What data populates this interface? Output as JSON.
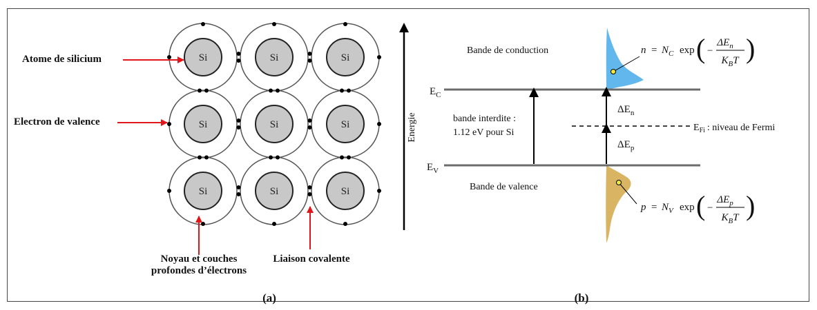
{
  "panel_a": {
    "atom_label": "Si",
    "atom_count": 9,
    "labels": {
      "atom": "Atome de silicium",
      "valence_electron": "Electron de valence",
      "core_line1": "Noyau et couches",
      "core_line2": "profondes d’électrons",
      "covalent_bond": "Liaison covalente"
    },
    "caption": "(a)"
  },
  "panel_b": {
    "energy_axis_label": "Energie",
    "conduction_band": "Bande de conduction",
    "valence_band": "Bande de valence",
    "ec_label": {
      "main": "E",
      "sub": "C"
    },
    "ev_label": {
      "main": "E",
      "sub": "V"
    },
    "efi_label": {
      "main": "E",
      "sub": "Fi"
    },
    "fermi_text": ": niveau de Fermi",
    "band_gap_line1": "bande interdite :",
    "band_gap_line2": "1.12 eV pour Si",
    "delta_en": {
      "main": "ΔE",
      "sub": "n"
    },
    "delta_ep": {
      "main": "ΔE",
      "sub": "p"
    },
    "eq_n": {
      "lhs": "n",
      "coef": "N",
      "coef_sub": "C",
      "func": "exp",
      "minus": "−",
      "num": "ΔE",
      "num_sub": "n",
      "den": "K",
      "den_sub": "B",
      "den_tail": "T"
    },
    "eq_p": {
      "lhs": "p",
      "coef": "N",
      "coef_sub": "V",
      "func": "exp",
      "minus": "−",
      "num": "ΔE",
      "num_sub": "p",
      "den": "K",
      "den_sub": "B",
      "den_tail": "T"
    },
    "caption": "(b)"
  },
  "colors": {
    "atom_fill": "#c8c8c8",
    "conduction_fill": "#62b8ec",
    "valence_fill": "#d9b463",
    "level_line": "#6b6b6b",
    "arrow_red": "#e0161b",
    "marker_yellow": "#f2e83a"
  }
}
